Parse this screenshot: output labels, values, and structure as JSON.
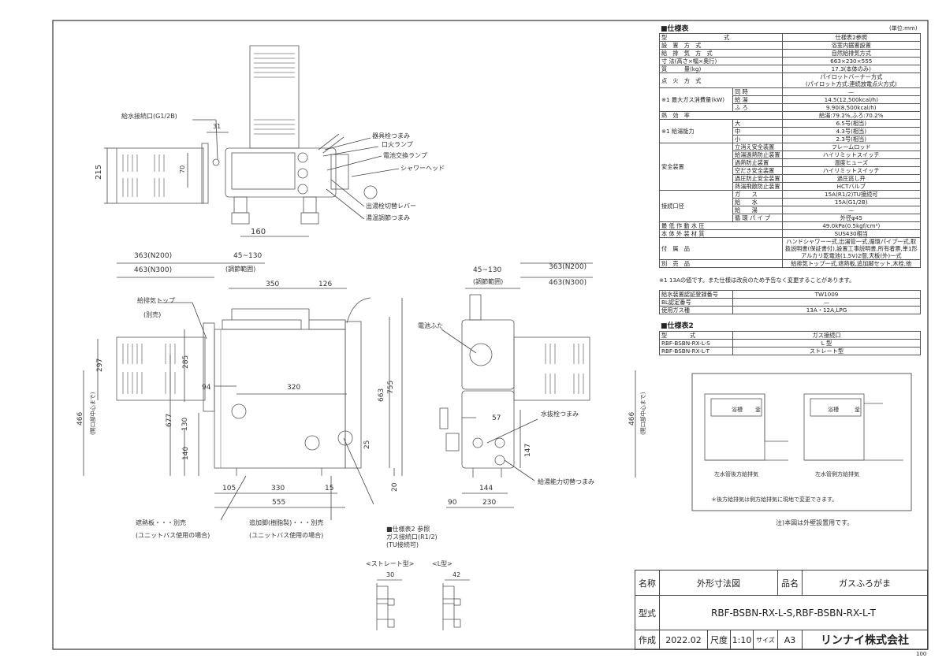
{
  "spec": {
    "heading": "■仕様表",
    "unit": "(単位:mm)",
    "rows": [
      {
        "k": "型　　　　　　　　　　式",
        "v": "仕様表2参照"
      },
      {
        "k": "設　置　方　式",
        "v": "浴室内据置設置"
      },
      {
        "k": "給　排　気　方　式",
        "v": "自然給排気方式"
      },
      {
        "k": "寸 法(高さ×幅×奥行)",
        "v": "663×230×555"
      },
      {
        "k": "質　　　量(kg)",
        "v": "17.3(本体のみ)"
      },
      {
        "k": "点　火　方　式",
        "v": "パイロットバーナー方式\n(パイロット方式:連続放電点火方式)"
      },
      {
        "k": "※1 最大ガス消費量(kW)",
        "sub": [
          "同 時",
          "給 湯",
          "ふ ろ"
        ],
        "vals": [
          "—",
          "14.5(12,500kcal/h)",
          "9.90(8,500kcal/h)"
        ]
      },
      {
        "k": "熱　効　率",
        "v": "給湯:79.2%,ふろ:70.2%"
      },
      {
        "k": "※1 給湯能力",
        "sub": [
          "大",
          "中",
          "小"
        ],
        "vals": [
          "6.5号(相当)",
          "4.3号(相当)",
          "2.3号(相当)"
        ]
      },
      {
        "k": "安全装置",
        "sub": [
          "立消え安全装置",
          "給湯過熱防止装置",
          "過熱防止装置",
          "空だき安全装置",
          "過圧防止安全装置",
          "熱湯飛散防止装置"
        ],
        "vals": [
          "フレームロッド",
          "ハイリミットスイッチ",
          "温度ヒューズ",
          "ハイリミットスイッチ",
          "過圧逃し弁",
          "HCTバルブ"
        ]
      },
      {
        "k": "接続口径",
        "sub": [
          "ガ　　ス",
          "給　　水",
          "給　　湯",
          "循 環 パ イ プ"
        ],
        "vals": [
          "15A(R1/2)TU接続可",
          "15A(G1/2B)",
          "—",
          "外径φ45"
        ]
      },
      {
        "k": "最 低 作 動 水 圧",
        "v": "49.0kPa(0.5kgf/cm²)"
      },
      {
        "k": "本 体 外 装 材 質",
        "v": "SUS430相当"
      },
      {
        "k": "付　属　品",
        "v": "ハンドシャワー一式,出湯管一式,循環パイプ一式,取扱説明書(保証書付),設置工事説明書,所有者票,単1形アルカリ乾電池(1.5V)2個,天板(外)一式"
      },
      {
        "k": "別　売　品",
        "v": "給排気トップ一式,遮熱板,追加脚セット,木栓,他"
      }
    ],
    "note": "※1 13Aの値です。また仕様は改良のため予告なく変更することがあります。"
  },
  "spec_extra": [
    {
      "k": "給水装置認証登録番号",
      "v": "TW1009"
    },
    {
      "k": "BL認定番号",
      "v": "—"
    },
    {
      "k": "使用ガス種",
      "v": "13A・12A,LPG"
    }
  ],
  "spec2": {
    "heading": "■仕様表2",
    "header": [
      "型　　　　式",
      "ガス接続口"
    ],
    "rows": [
      [
        "RBF-BSBN-RX-L-S",
        "L 型"
      ],
      [
        "RBF-BSBN-RX-L-T",
        "ストレート型"
      ]
    ]
  },
  "install": {
    "labels": [
      "浴槽",
      "釜",
      "浴槽",
      "釜"
    ],
    "captions": [
      "左水管後方給排気",
      "左水管側方給排気"
    ],
    "star_note": "＊後方給排気は側方給排気に現地で変更できます。",
    "wall_note": "注)本図は外壁設置用です。"
  },
  "title_block": {
    "name_label": "名称",
    "name": "外形寸法図",
    "product_label": "品名",
    "product": "ガスふろがま",
    "model_label": "型式",
    "model": "RBF-BSBN-RX-L-S,RBF-BSBN-RX-L-T",
    "made_label": "作成",
    "date": "2022.02",
    "scale_label": "尺度",
    "scale": "1:10",
    "size_label": "サイズ",
    "size": "A3",
    "company": "リンナイ株式会社",
    "page": "100"
  },
  "top_view": {
    "labels": [
      "給水接続口(G1/2B)",
      "器具栓つまみ",
      "口火ランプ",
      "電池交換ランプ",
      "シャワーヘッド",
      "出湯栓切替レバー",
      "湯温調節つまみ"
    ],
    "dims": [
      "31",
      "70",
      "215",
      "160"
    ]
  },
  "front_view": {
    "labels": [
      "給排気トップ",
      "(別売)",
      "遮熱板・・・別売",
      "(ユニットバス使用の場合)",
      "追加脚(樹脂製)・・・別売",
      "(ユニットバス使用の場合)"
    ],
    "dims": [
      "363(N200)",
      "463(N300)",
      "45~130",
      "(調節範囲)",
      "350",
      "126",
      "297",
      "285",
      "755",
      "663",
      "94",
      "320",
      "677",
      "130",
      "140",
      "466",
      "(開口部中心まで)",
      "25",
      "105",
      "330",
      "15",
      "555",
      "20"
    ]
  },
  "side_view": {
    "labels": [
      "電池ふた",
      "水抜栓つまみ",
      "給湯能力切替つまみ"
    ],
    "dims": [
      "45~130",
      "(調節範囲)",
      "363(N200)",
      "463(N300)",
      "57",
      "466",
      "(開口部中心まで)",
      "147",
      "144",
      "90",
      "230"
    ]
  },
  "gas_note": [
    "■仕様表2 参照",
    "ガス接続口(R1/2)",
    "(TU接続可)"
  ],
  "detail": {
    "straight": "<ストレート型>",
    "l_type": "<L型>",
    "d1": "30",
    "d2": "42"
  }
}
